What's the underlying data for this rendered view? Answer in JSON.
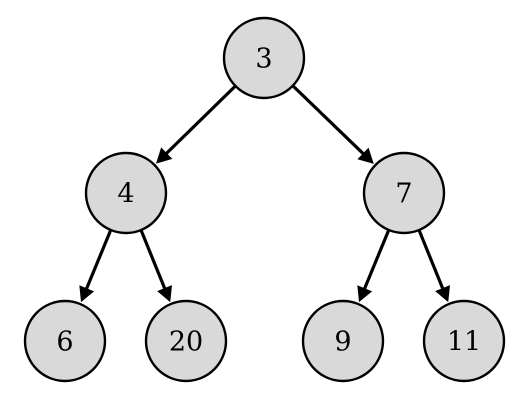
{
  "tree": {
    "nodes": [
      {
        "id": "n3",
        "label": "3"
      },
      {
        "id": "n4",
        "label": "4"
      },
      {
        "id": "n7",
        "label": "7"
      },
      {
        "id": "n6",
        "label": "6"
      },
      {
        "id": "n20",
        "label": "20"
      },
      {
        "id": "n9",
        "label": "9"
      },
      {
        "id": "n11",
        "label": "11"
      }
    ],
    "edges": [
      {
        "from": "n3",
        "to": "n4"
      },
      {
        "from": "n3",
        "to": "n7"
      },
      {
        "from": "n4",
        "to": "n6"
      },
      {
        "from": "n4",
        "to": "n20"
      },
      {
        "from": "n7",
        "to": "n9"
      },
      {
        "from": "n7",
        "to": "n11"
      }
    ],
    "colors": {
      "node_fill": "#d9d9d9",
      "node_stroke": "#000000",
      "edge": "#000000"
    }
  }
}
